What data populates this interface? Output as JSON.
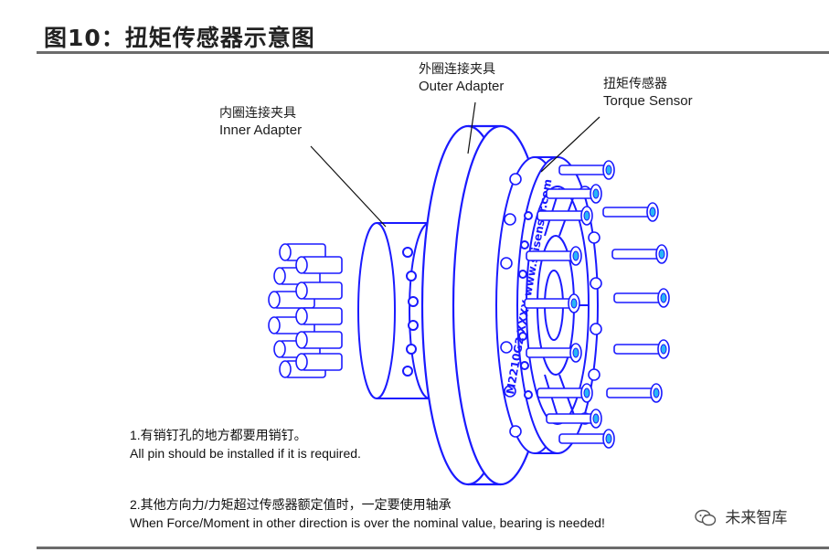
{
  "figure": {
    "title": "图10：扭矩传感器示意图"
  },
  "labels": {
    "outer_adapter": {
      "cn": "外圈连接夹具",
      "en": "Outer Adapter"
    },
    "torque_sensor": {
      "cn": "扭矩传感器",
      "en": "Torque Sensor"
    },
    "inner_adapter": {
      "cn": "内圈连接夹具",
      "en": "Inner Adapter"
    }
  },
  "sensor_marking": "M2210G2   XXXX   www.srisensor.com",
  "notes": [
    {
      "cn": "1.有销钉孔的地方都要用销钉。",
      "en": "All pin should be installed if it is required."
    },
    {
      "cn": "2.其他方向力/力矩超过传感器额定值时，一定要使用轴承",
      "en": "When Force/Moment in other direction is over the nominal value, bearing is needed!"
    }
  ],
  "watermark": {
    "text": "未来智库",
    "icon": "wechat-icon"
  },
  "colors": {
    "drawing": "#1a1aff",
    "bolt_accent": "#29b6f6",
    "rule": "#6b6b6b"
  }
}
